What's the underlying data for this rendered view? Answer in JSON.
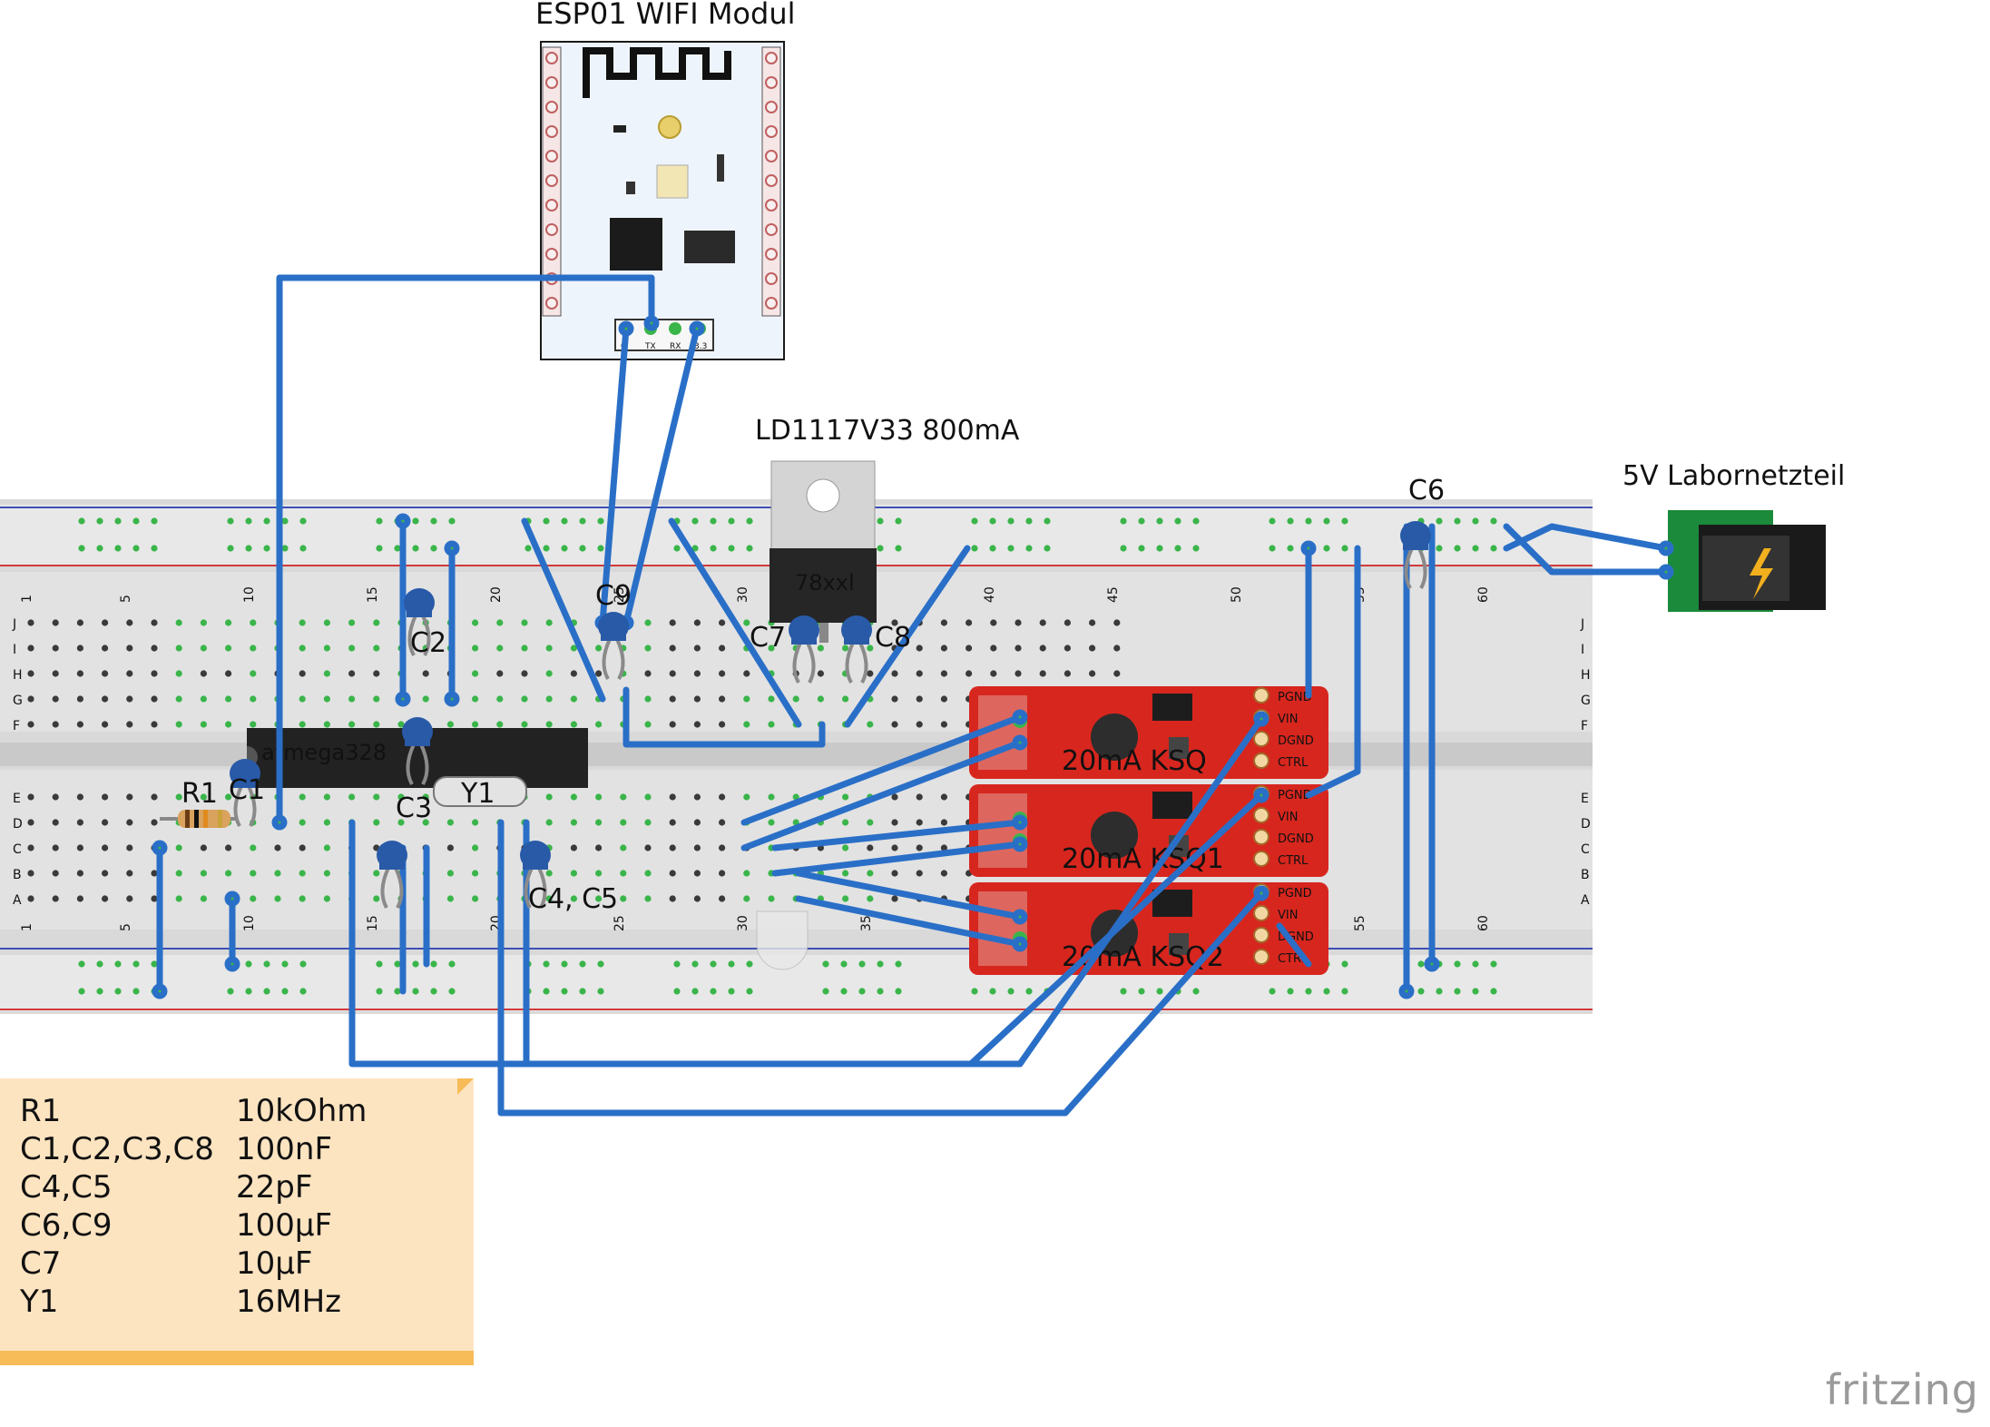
{
  "labels": {
    "esp": "ESP01 WIFI Modul",
    "regulator": "LD1117V33 800mA",
    "regulator_body": "78xxl",
    "power": "5V Labornetzteil",
    "mcu": "atmega328",
    "ksq0": "20mA KSQ",
    "ksq1": "20mA KSQ1",
    "ksq2": "20mA KSQ2",
    "c1": "C1",
    "c2": "C2",
    "c3": "C3",
    "c45": "C4, C5",
    "c6": "C6",
    "c7": "C7",
    "c8": "C8",
    "c9": "C9",
    "r1": "R1",
    "y1": "Y1"
  },
  "esp_pins": [
    "G",
    "TX",
    "RX",
    "3.3"
  ],
  "ksq_pins": [
    "PGND",
    "VIN",
    "DGND",
    "CTRL"
  ],
  "breadboard": {
    "col_labels_top": [
      "1",
      "5",
      "10",
      "15",
      "20",
      "25",
      "30",
      "35",
      "40",
      "45",
      "50",
      "55",
      "60"
    ],
    "row_labels_top": [
      "J",
      "I",
      "H",
      "G",
      "F"
    ],
    "row_labels_bottom": [
      "E",
      "D",
      "C",
      "B",
      "A"
    ]
  },
  "parts_list": [
    {
      "name": "R1",
      "value": "10kOhm"
    },
    {
      "name": "C1,C2,C3,C8",
      "value": "100nF"
    },
    {
      "name": "C4,C5",
      "value": " 22pF"
    },
    {
      "name": "C6,C9",
      "value": "100µF"
    },
    {
      "name": "C7",
      "value": "10µF"
    },
    {
      "name": "Y1",
      "value": "16MHz"
    }
  ],
  "brand": "fritzing",
  "colors": {
    "wire": "#2a6fc7",
    "pin_green": "#3ab54a",
    "ksq_red": "#d7261e",
    "note_bg": "#fde4c1",
    "note_bar": "#f7bb58"
  }
}
